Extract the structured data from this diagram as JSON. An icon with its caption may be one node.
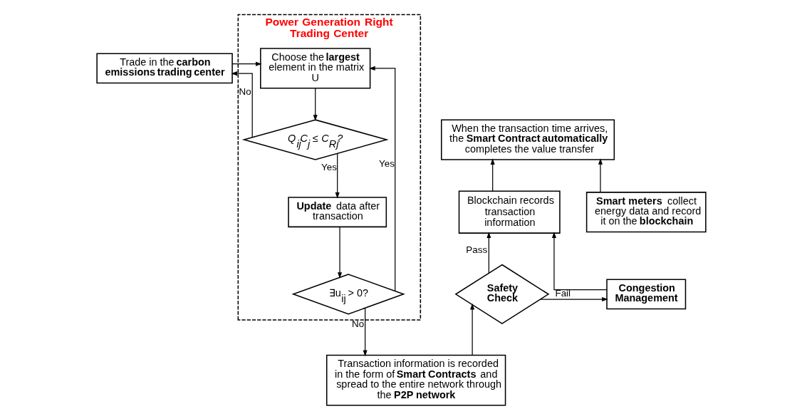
{
  "diagram": {
    "nodes": [
      {
        "text": [
          "Power Generation Right Trading Center"
        ]
      },
      {
        "text": [
          "Choose the **largest** element in the  matrix U"
        ],
        "in": 0
      },
      {
        "text": [
          "Q$_{ij}$C$_{j}$ ≤  C$_{Rj}$?"
        ],
        "in": 0
      },
      {
        "text": [
          "**Update** data after transaction"
        ],
        "in": 0
      },
      {
        "text": [
          "∃u$_{ij}$ > 0?"
        ],
        "in": 0
      },
      {
        "text": [
          "Trade in the **carbon emissions trading center**"
        ]
      },
      {
        "text": [
          "Transaction information is recorded in the form of **Smart Contracts** and spread to the entire network through the **P2P network**"
        ]
      },
      {
        "text": [
          "Safety Check"
        ]
      },
      {
        "text": [
          "Congestion Management"
        ]
      },
      {
        "text": [
          "Blockchain records transaction information"
        ]
      },
      {
        "text": [
          "**Smart meters** collect energy data and record it on the **blockchain**"
        ]
      },
      {
        "text": [
          "When the transaction time arrives, the **Smart Contract** **automatically** completes the value transfer"
        ]
      }
    ],
    "edges": [
      {
        "from": 1,
        "to": 2,
        "arrow": "to"
      },
      {
        "from": 2,
        "to": 5,
        "arrow": "to",
        "label": "No"
      },
      {
        "from": 5,
        "to": 1,
        "arrow": "to"
      },
      {
        "from": 2,
        "to": 3,
        "arrow": "to",
        "label": "Yes"
      },
      {
        "from": 3,
        "to": 4,
        "arrow": "to"
      },
      {
        "from": 4,
        "to": 1,
        "arrow": "to",
        "label": "Yes"
      },
      {
        "from": 4,
        "to": 6,
        "arrow": "to",
        "label": "No"
      },
      {
        "from": 6,
        "to": 7,
        "arrow": "to"
      },
      {
        "from": 7,
        "to": 9,
        "arrow": "to",
        "label": "Pass"
      },
      {
        "from": 7,
        "to": 8,
        "arrow": "to",
        "label": "Fail"
      },
      {
        "from": 8,
        "to": 9,
        "arrow": "to"
      },
      {
        "from": 9,
        "to": 11,
        "arrow": "to"
      },
      {
        "from": 10,
        "to": 11,
        "arrow": "to"
      }
    ]
  }
}
